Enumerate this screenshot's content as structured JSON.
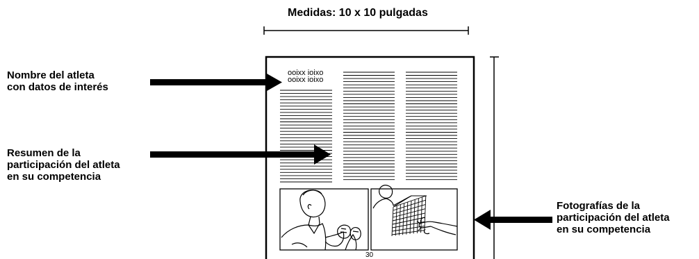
{
  "dimension_label": "Medidas: 10 x 10 pulgadas",
  "callouts": {
    "athlete_name": [
      "Nombre del atleta",
      "con datos de interés"
    ],
    "summary": [
      "Resumen de la",
      "participación del atleta",
      "en su competencia"
    ],
    "photos": [
      "Fotografías de la",
      "participación del atleta",
      "en su competencia"
    ]
  },
  "page": {
    "title_placeholder": [
      "ooixx ioixo",
      "ooixx ioixo"
    ],
    "page_number": "30"
  },
  "colors": {
    "ink": "#000000",
    "background": "#ffffff"
  }
}
